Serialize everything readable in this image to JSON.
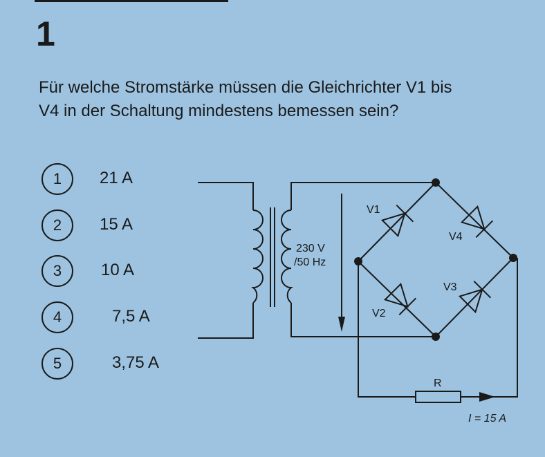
{
  "question": {
    "number": "1",
    "line1": "Für welche Stromstärke müssen die Gleichrichter V1 bis",
    "line2": "V4 in der Schaltung mindestens bemessen sein?"
  },
  "options": [
    {
      "num": "1",
      "label": "21 A"
    },
    {
      "num": "2",
      "label": "15 A"
    },
    {
      "num": "3",
      "label": "10 A"
    },
    {
      "num": "4",
      "label": "7,5 A"
    },
    {
      "num": "5",
      "label": "3,75 A"
    }
  ],
  "circuit": {
    "voltage_line1": "230 V",
    "voltage_line2": "/50 Hz",
    "v1": "V1",
    "v2": "V2",
    "v3": "V3",
    "v4": "V4",
    "resistor": "R",
    "current": "I = 15 A"
  },
  "colors": {
    "background": "#9dc3e0",
    "ink": "#1a1a1a"
  }
}
